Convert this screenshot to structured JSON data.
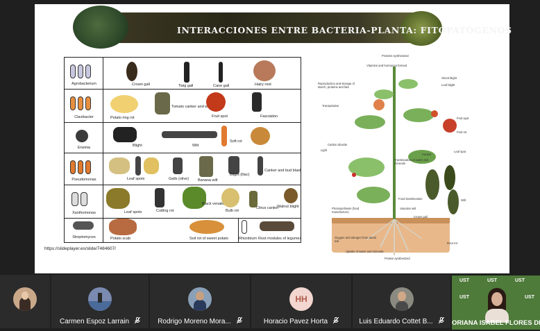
{
  "slide": {
    "title": "INTERACCIONES ENTRE BACTERIA-PLANTA: FITOPATÓGENOS",
    "credit": "https://slideplayer.es/slide/7484607/",
    "table": {
      "rows": [
        {
          "name": "Agrobacterium",
          "cells": [
            "Crown gall",
            "Twig gall",
            "Cane gall",
            "Hairy root"
          ]
        },
        {
          "name": "Clavibacter",
          "cells": [
            "Potato ring rot",
            "Tomato canker and wilt",
            "Fruit spot",
            "Fasciation"
          ]
        },
        {
          "name": "Erwinia",
          "cells": [
            "Blight",
            "Wilt",
            "Soft rot"
          ]
        },
        {
          "name": "Pseudomonas",
          "cells": [
            "Leaf spots",
            "Galls (olive)",
            "Banana wilt",
            "Blight (lilac)",
            "Canker and bud blast"
          ]
        },
        {
          "name": "Xanthomonas",
          "cells": [
            "Leaf spots",
            "Cutting rot",
            "Black venation",
            "Bulb rot",
            "Citrus canker",
            "Walnut blight"
          ]
        },
        {
          "name": "Streptomyces",
          "cells": [
            "Potato scab",
            "Soil rot of sweet potato",
            "Rhizobium",
            "Root modules of legumes"
          ]
        }
      ]
    },
    "plant": {
      "labels": [
        "Proteins synthesized",
        "Vitamins and hormones formed",
        "Shoot blight",
        "Reproduction and storage of starch, proteins and fats",
        "Leaf blight",
        "Transpiration",
        "Fruit spot",
        "Fruit rot",
        "Light",
        "Carbon dioxide",
        "Leaf spot",
        "Canker",
        "Translocation of water and minerals",
        "Wilt",
        "Food translocation",
        "Photosynthesis (food manufacture)",
        "Vascular wilt",
        "Crown gall",
        "Oxygen and nitrogen from aerial soil",
        "Root rot",
        "Uptake of water and minerals",
        "Protein synthesized"
      ]
    }
  },
  "participants": [
    {
      "name": "",
      "initials": "",
      "muted": false
    },
    {
      "name": "Carmen Espoz Larrain",
      "initials": "",
      "muted": true
    },
    {
      "name": "Rodrigo Moreno Mora...",
      "initials": "",
      "muted": true
    },
    {
      "name": "Horacio Pavez Horta",
      "initials": "HH",
      "muted": true
    },
    {
      "name": "Luis Eduardo Cottet B...",
      "initials": "",
      "muted": true
    },
    {
      "name": "ORIANA ISABEL FLORES DI",
      "initials": "",
      "muted": false
    }
  ],
  "branding": {
    "logo_text": "UST"
  },
  "colors": {
    "background": "#1f1f1f",
    "tile": "#2b2b2b",
    "accent_green": "#4e7a3a",
    "initials_bg": "#f3d6cf",
    "initials_fg": "#b15a4c"
  }
}
